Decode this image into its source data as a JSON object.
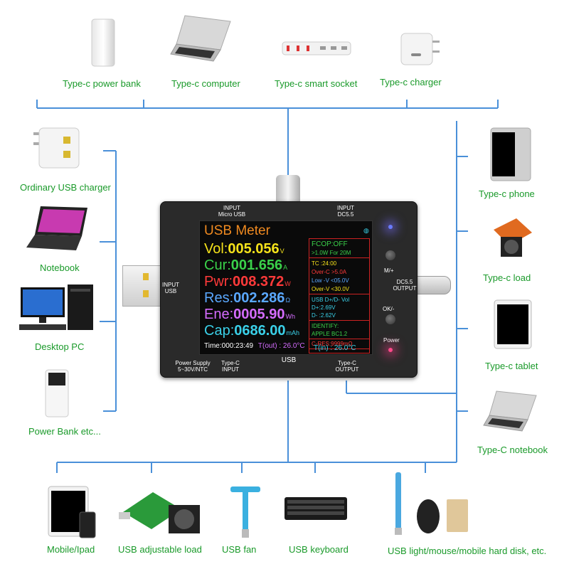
{
  "top_devices": [
    {
      "label": "Type-c power bank",
      "icon": "power-bank-icon"
    },
    {
      "label": "Type-c computer",
      "icon": "laptop-icon"
    },
    {
      "label": "Type-c smart socket",
      "icon": "power-strip-icon"
    },
    {
      "label": "Type-c charger",
      "icon": "charger-icon"
    }
  ],
  "left_devices": [
    {
      "label": "Ordinary USB charger",
      "icon": "usb-charger-icon"
    },
    {
      "label": "Notebook",
      "icon": "notebook-icon"
    },
    {
      "label": "Desktop PC",
      "icon": "desktop-pc-icon"
    },
    {
      "label": "Power Bank etc...",
      "icon": "power-bank-icon"
    }
  ],
  "right_devices": [
    {
      "label": "Type-c  phone",
      "icon": "phone-icon"
    },
    {
      "label": "Type-c  load",
      "icon": "load-board-icon"
    },
    {
      "label": "Type-c  tablet",
      "icon": "tablet-icon"
    },
    {
      "label": "Type-C notebook",
      "icon": "laptop-icon"
    }
  ],
  "bottom_devices": [
    {
      "label": "Mobile/Ipad",
      "icon": "tablet-phone-icon"
    },
    {
      "label": "USB adjustable load",
      "icon": "load-board-icon"
    },
    {
      "label": "USB fan",
      "icon": "fan-icon"
    },
    {
      "label": "USB keyboard",
      "icon": "keyboard-icon"
    },
    {
      "label": "USB light/mouse/mobile hard disk, etc.",
      "icon": "lamp-mouse-disk-icon"
    }
  ],
  "meter": {
    "ports": {
      "micro_usb": "INPUT\nMicro USB",
      "dc55_in": "INPUT\nDC5.5",
      "usb_in": "INPUT\nUSB",
      "dc55_out": "DC5.5\nOUTPUT",
      "power_supply": "Power Supply\n5~30V/NTC",
      "typec_in": "Type-C\nINPUT",
      "usb_bottom": "USB",
      "typec_out": "Type-C\nOUTPUT"
    },
    "buttons": {
      "m_plus": "M/+",
      "ok_minus": "OK/-",
      "power": "Power"
    },
    "screen": {
      "title": "USB Meter",
      "readings": [
        {
          "key": "Vol:",
          "value": "005.056",
          "unit": "V",
          "color": "#f5e21a"
        },
        {
          "key": "Cur:",
          "value": "001.656",
          "unit": "A",
          "color": "#3ad14a"
        },
        {
          "key": "Pwr:",
          "value": "008.372",
          "unit": "W",
          "color": "#ff3a3a"
        },
        {
          "key": "Res:",
          "value": "002.286",
          "unit": "Ω",
          "color": "#5aa8ff"
        },
        {
          "key": "Ene:",
          "value": "0005.90",
          "unit": "Wh",
          "color": "#d56cff"
        },
        {
          "key": "Cap:",
          "value": "0686.00",
          "unit": "mAh",
          "color": "#3ad0e8"
        }
      ],
      "time_label": "Time:000:23:49",
      "tout": "T(out) : 26.0°C",
      "panel": {
        "fcop": "FCOP:OFF",
        "threshold": ">1.0W  For  20M",
        "tc": "TC  :24:00",
        "over_c": "Over-C  >5.0A",
        "low_v": "Low -V  <05.0V",
        "over_v": "Over-V  <30.0V",
        "usb_dd": "USB D+/D-  Vol",
        "d_plus": "D+:2.69V",
        "d_minus": "D- :2.62V",
        "identify": "IDENTIFY:",
        "apple": "APPLE      BC1.2",
        "cres": "C-RES:9999mΩ",
        "tin": "T(in)  : 26.0°C"
      }
    }
  },
  "colors": {
    "label_green": "#1a9a2a",
    "line_blue": "#4a90d9"
  }
}
